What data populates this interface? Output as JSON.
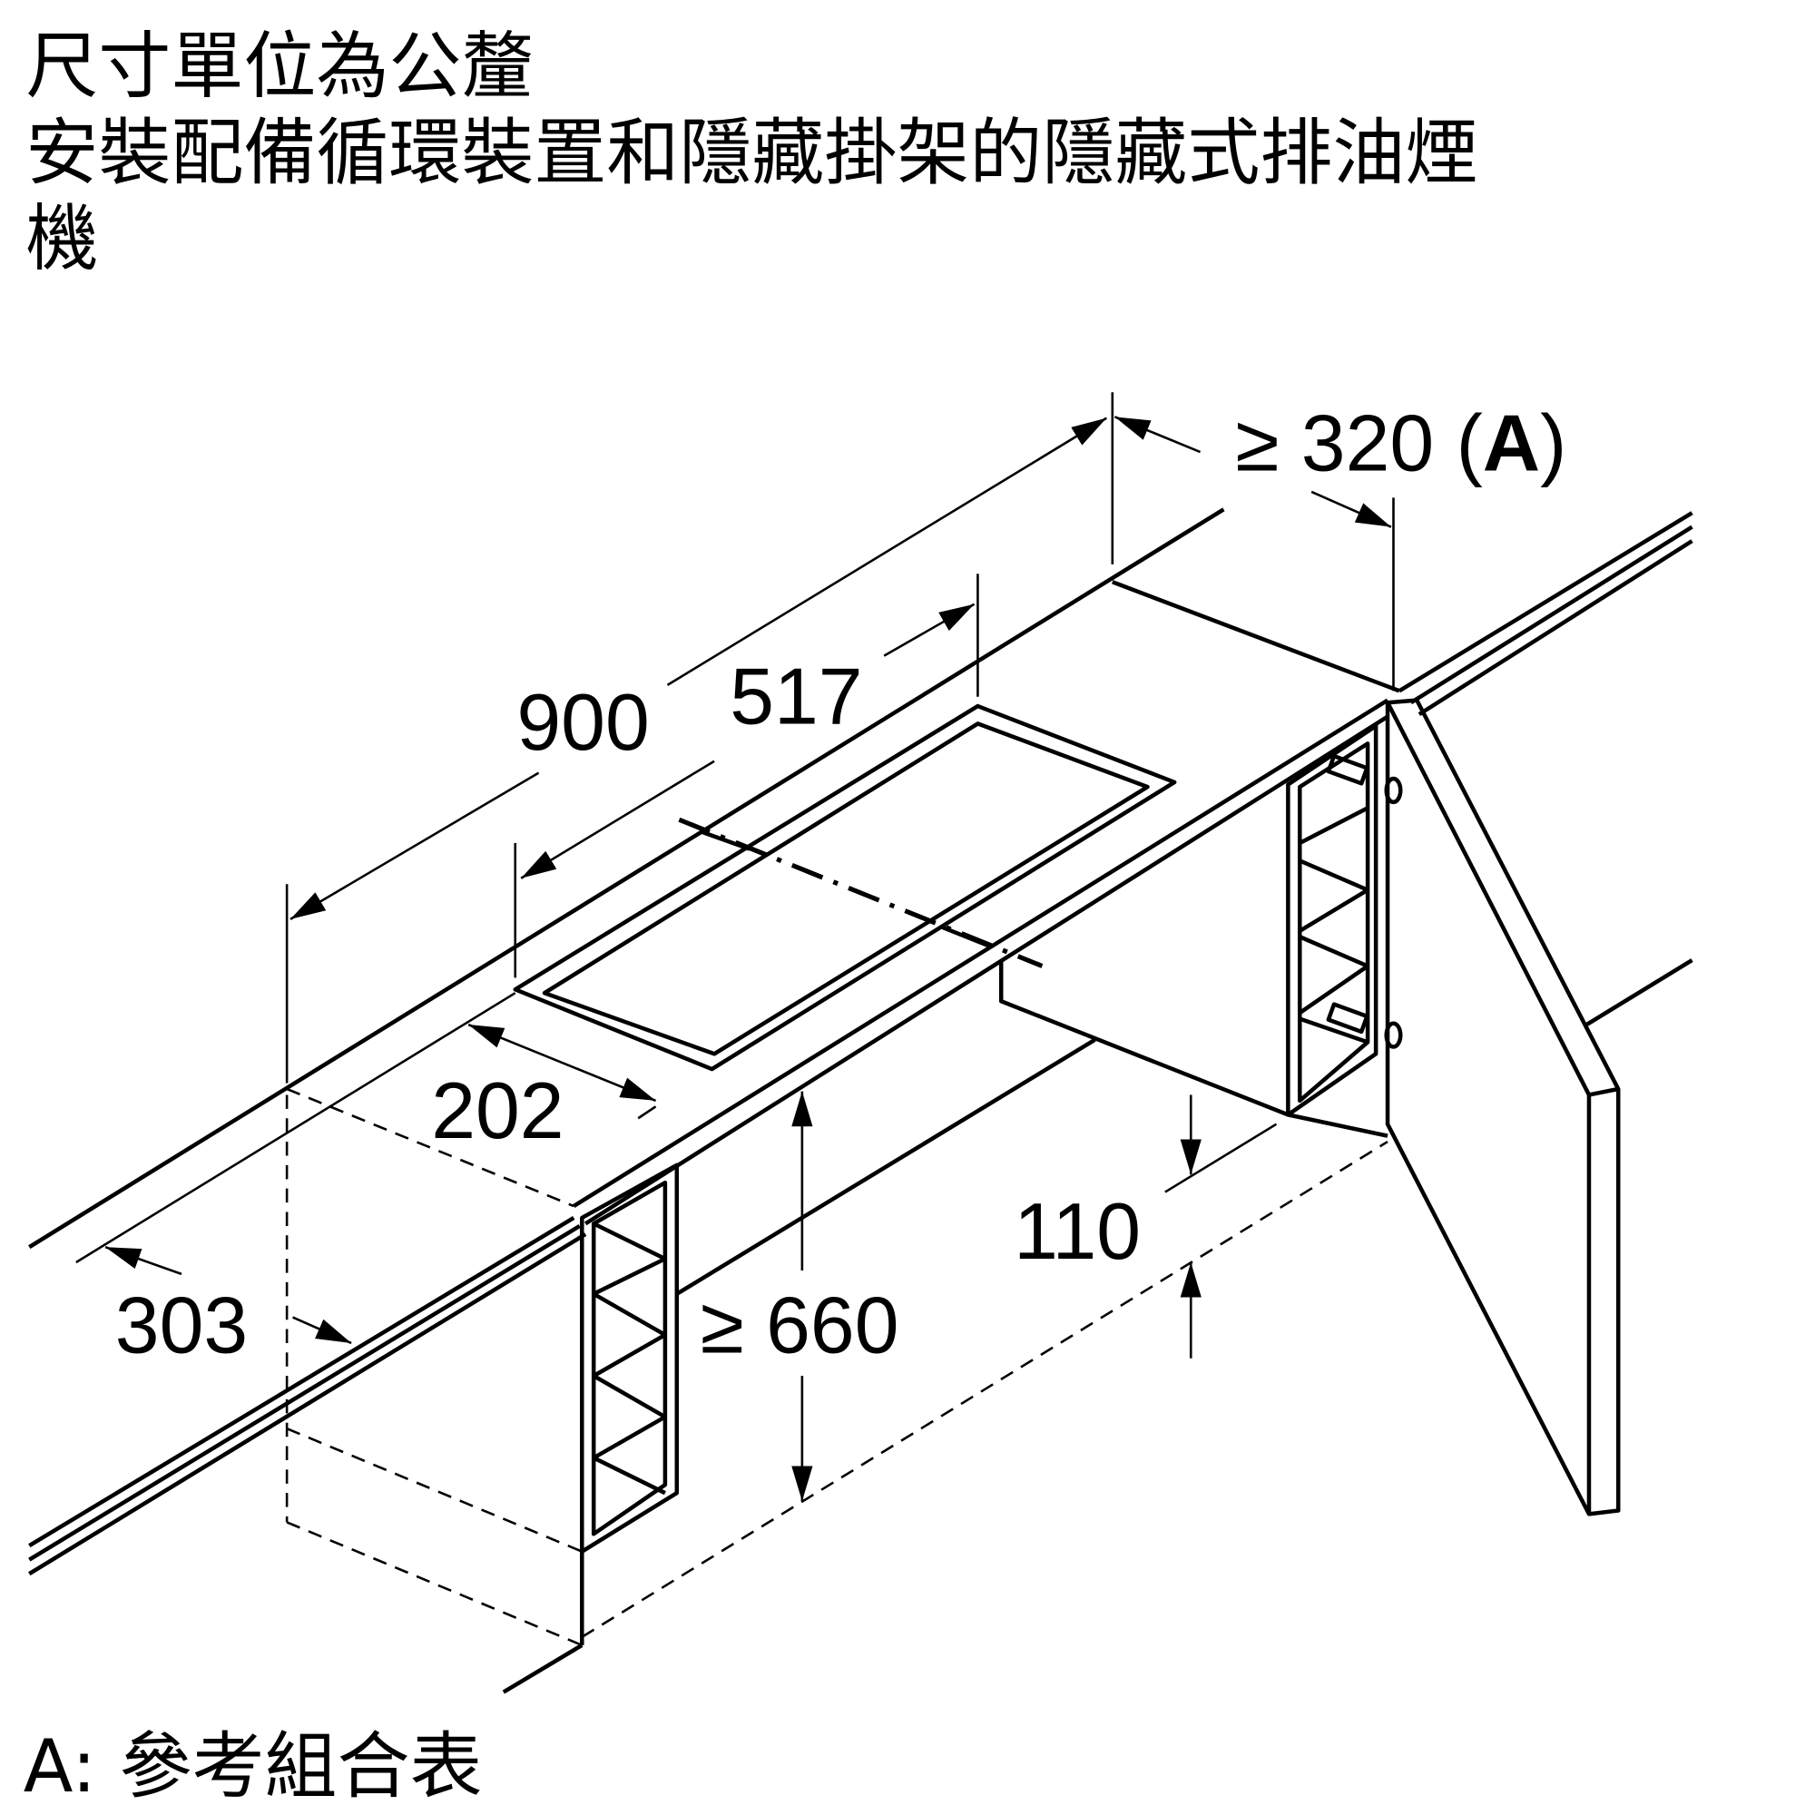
{
  "header": {
    "line1": "尺寸單位為公釐",
    "line2": "安裝配備循環裝置和隱藏掛架的隱藏式排油煙",
    "line3": "機"
  },
  "dimensions": {
    "width": "900",
    "cutout_length": "517",
    "depth": "≥ 320 (",
    "depth_ref": "A",
    "depth_close": ")",
    "cutout_width": "202",
    "front_offset": "303",
    "height": "≥ 660",
    "bracket_height": "110"
  },
  "footer": {
    "legend": "A: 參考組合表"
  }
}
